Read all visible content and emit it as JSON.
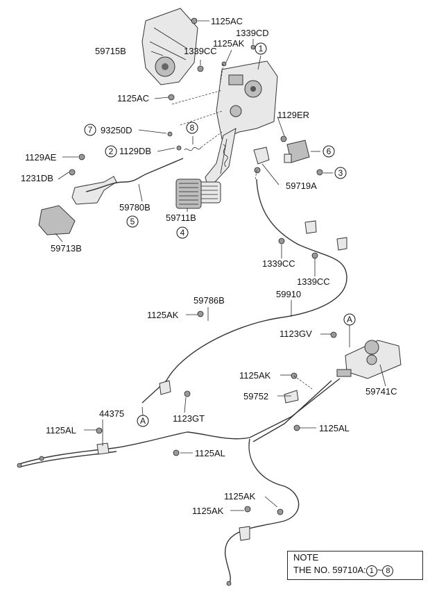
{
  "labels": {
    "l1125ac_top": "1125AC",
    "l59715b": "59715B",
    "l1339cd": "1339CD",
    "l1125ak_top": "1125AK",
    "l1339cc_top": "1339CC",
    "l1125ac_mid": "1125AC",
    "l1129er": "1129ER",
    "l93250d": "93250D",
    "l1129db": "1129DB",
    "l1129ae": "1129AE",
    "l1231db": "1231DB",
    "l59719a": "59719A",
    "l59780b": "59780B",
    "l59711b": "59711B",
    "l59713b": "59713B",
    "l1339cc_a": "1339CC",
    "l1339cc_b": "1339CC",
    "l59786b": "59786B",
    "l59910": "59910",
    "l1125ak_mid": "1125AK",
    "l1123gv": "1123GV",
    "l1125ak_low": "1125AK",
    "l59741c": "59741C",
    "l59752": "59752",
    "l44375": "44375",
    "l1123gt": "1123GT",
    "l1125al_left": "1125AL",
    "l1125al_right": "1125AL",
    "l1125al_mid": "1125AL",
    "l1125ak_b1": "1125AK",
    "l1125ak_b2": "1125AK"
  },
  "callouts": {
    "c1": "1",
    "c2": "2",
    "c3": "3",
    "c4": "4",
    "c5": "5",
    "c6": "6",
    "c7": "7",
    "c8": "8",
    "ca1": "A",
    "ca2": "A"
  },
  "note": {
    "title": "NOTE",
    "body_prefix": "THE NO. 59710A:",
    "start": "1",
    "sep": "~",
    "end": "8"
  }
}
